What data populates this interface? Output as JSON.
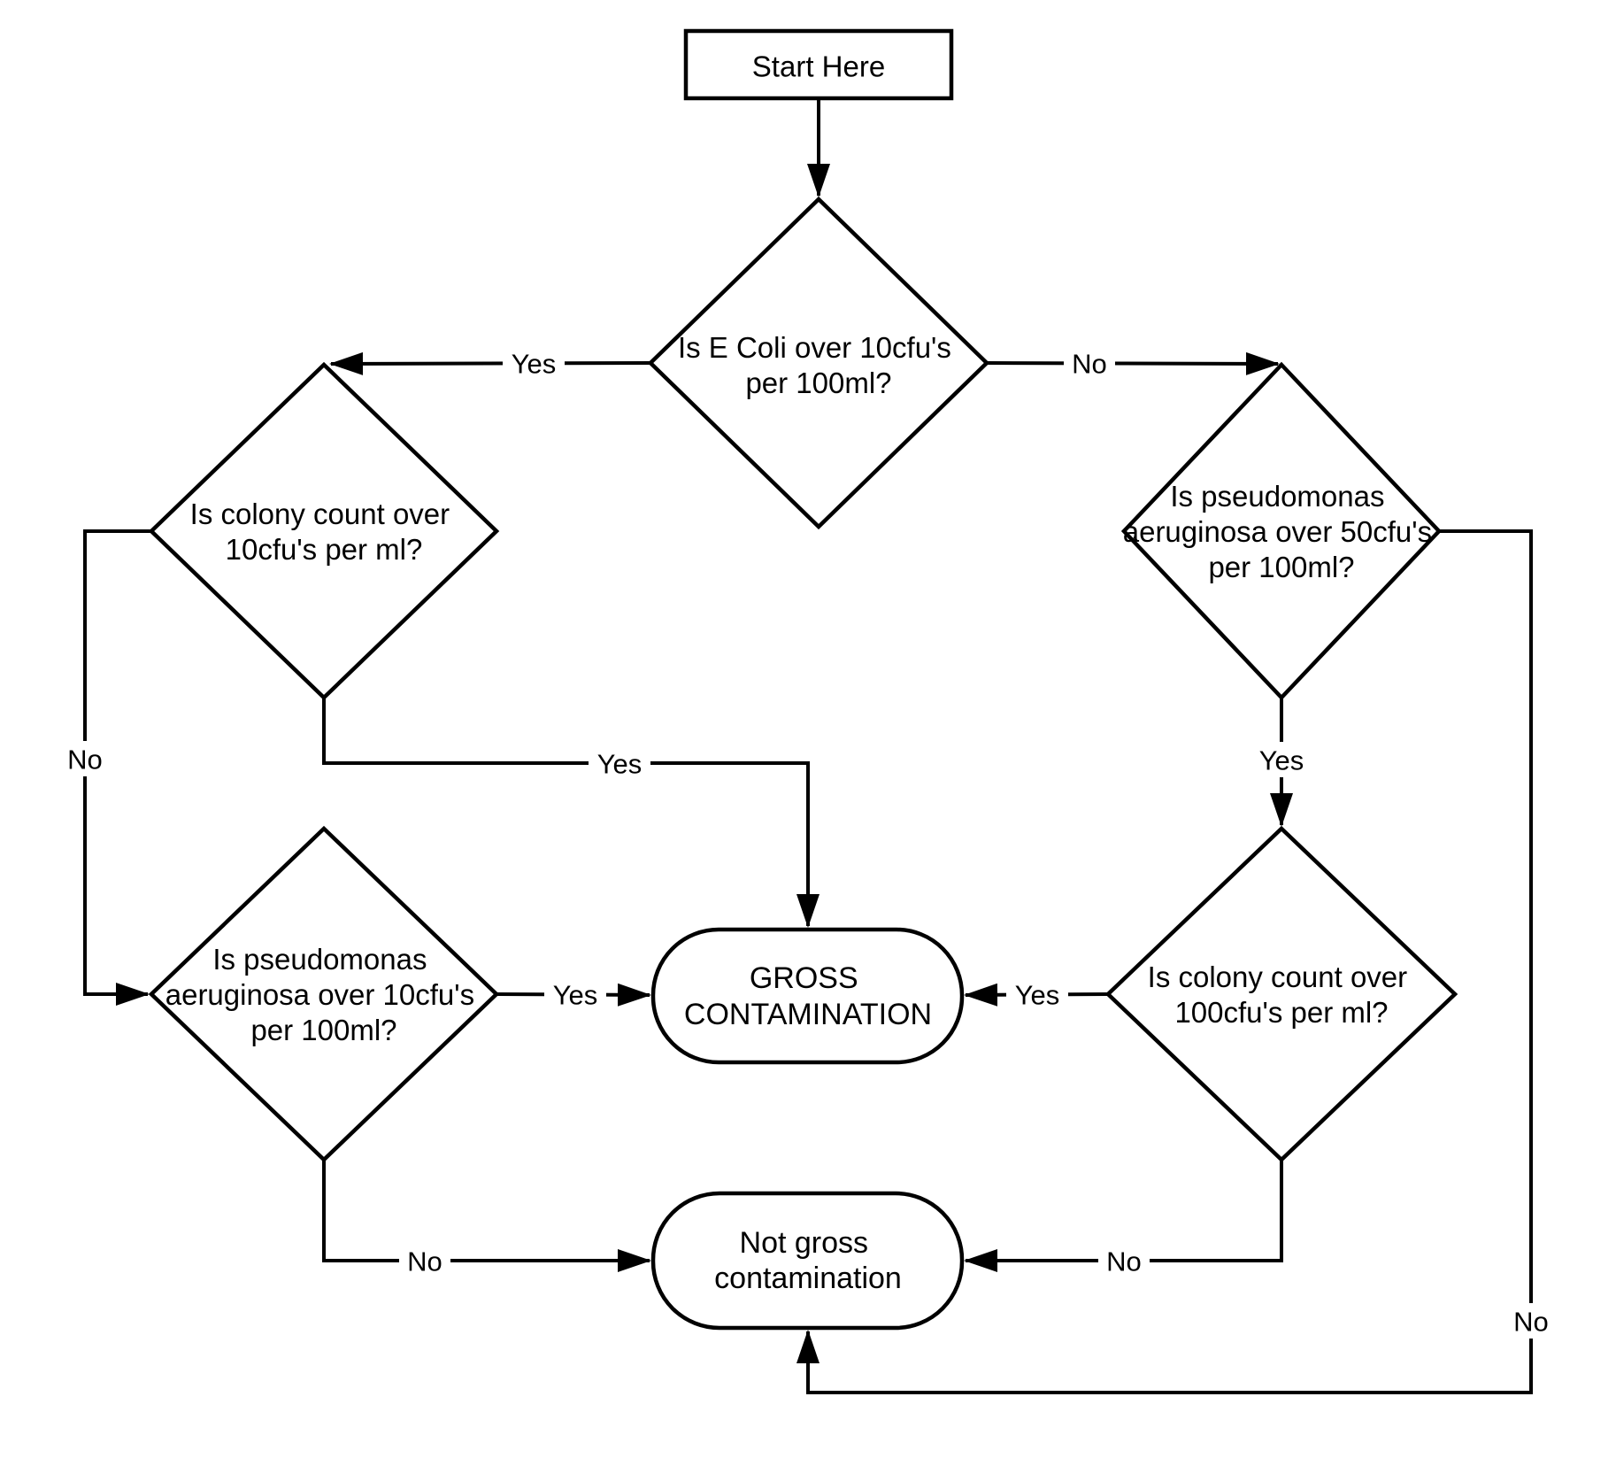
{
  "diagram": {
    "background_color": "#ffffff",
    "line_color": "#000000",
    "gross_fill_color": "#c9c9c9",
    "node_fill_color": "#ffffff",
    "nodes": {
      "start": {
        "label": "Start Here"
      },
      "ecoli": {
        "lines": [
          "Is E Coli over 10cfu's",
          "per 100ml?"
        ]
      },
      "colony10": {
        "lines": [
          "Is colony count over",
          "10cfu's per ml?"
        ]
      },
      "pseudo50": {
        "lines": [
          "Is pseudomonas",
          "aeruginosa over 50cfu's",
          "per 100ml?"
        ]
      },
      "pseudo10": {
        "lines": [
          "Is pseudomonas",
          "aeruginosa over 10cfu's",
          "per 100ml?"
        ]
      },
      "colony100": {
        "lines": [
          "Is colony count over",
          "100cfu's per ml?"
        ]
      },
      "gross": {
        "lines": [
          "GROSS",
          "CONTAMINATION"
        ]
      },
      "not_gross": {
        "lines": [
          "Not gross",
          "contamination"
        ]
      }
    },
    "edge_labels": {
      "ecoli_yes": "Yes",
      "ecoli_no": "No",
      "colony10_no": "No",
      "colony10_yes": "Yes",
      "pseudo50_yes": "Yes",
      "pseudo50_no": "No",
      "pseudo10_yes": "Yes",
      "pseudo10_no": "No",
      "colony100_yes": "Yes",
      "colony100_no": "No"
    }
  }
}
